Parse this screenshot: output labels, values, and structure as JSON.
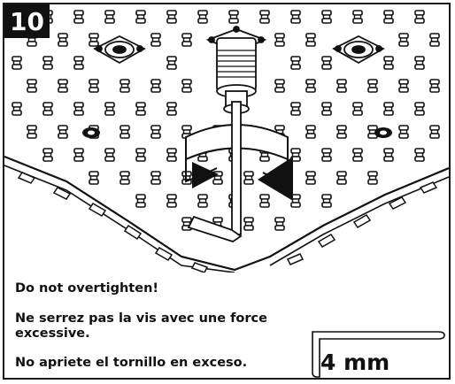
{
  "step": {
    "number": "10"
  },
  "illustration": {
    "name": "hex-key-tightening-bolt-on-pegboard",
    "colors": {
      "ink": "#111111",
      "paper": "#ffffff"
    }
  },
  "warnings": {
    "en": "Do not overtighten!",
    "fr": "Ne serrez pas la vis avec une force excessive.",
    "es": "No apriete el tornillo en exceso."
  },
  "tool": {
    "icon": "hex-key-icon",
    "size_label": "4 mm"
  }
}
